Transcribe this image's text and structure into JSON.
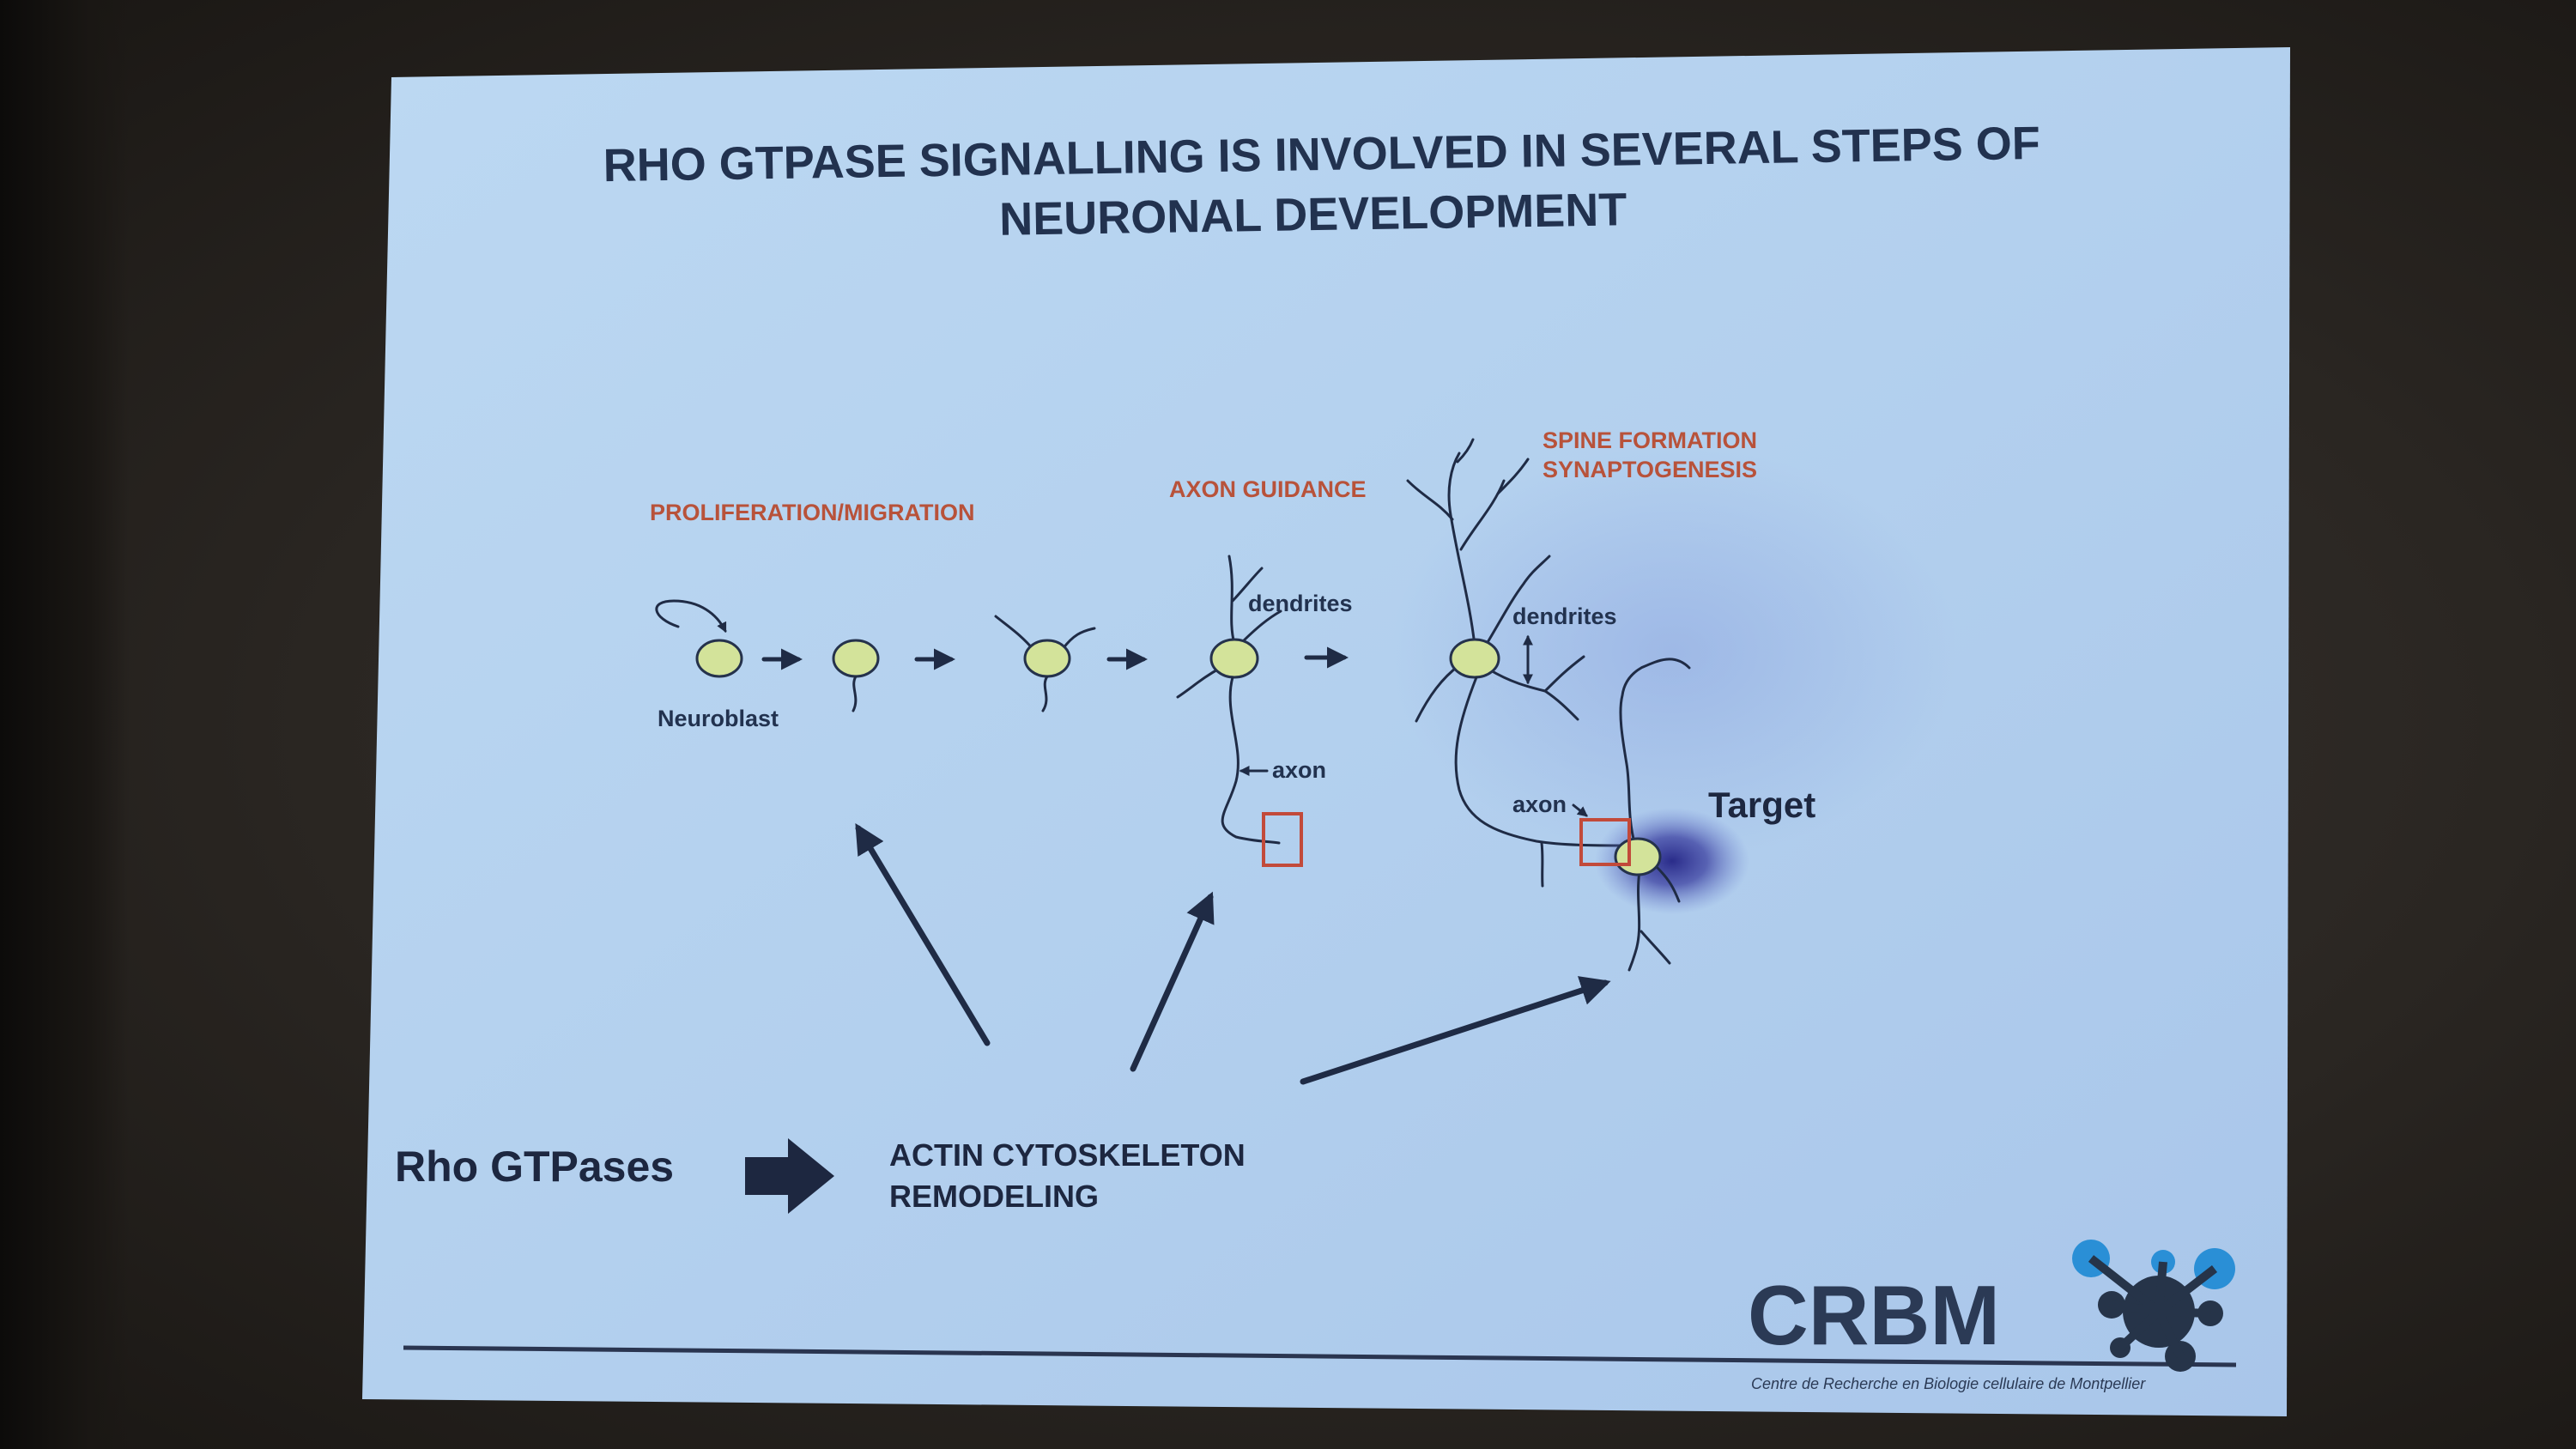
{
  "slide": {
    "title_line1": "RHO GTPASE SIGNALLING IS INVOLVED IN SEVERAL STEPS OF",
    "title_line2": "NEURONAL DEVELOPMENT"
  },
  "diagram": {
    "stage_proliferation": "PROLIFERATION/MIGRATION",
    "stage_axon_guidance": "AXON GUIDANCE",
    "stage_spine_line1": "SPINE FORMATION",
    "stage_spine_line2": "SYNAPTOGENESIS",
    "label_neuroblast": "Neuroblast",
    "label_dendrites_1": "dendrites",
    "label_dendrites_2": "dendrites",
    "label_axon_1": "axon",
    "label_axon_2": "axon",
    "label_target": "Target",
    "rho_gtpases": "Rho GTPases",
    "actin_line1": "ACTIN CYTOSKELETON",
    "actin_line2": "REMODELING"
  },
  "logo": {
    "name": "CRBM",
    "caption": "Centre de Recherche en Biologie cellulaire de Montpellier"
  },
  "colors": {
    "slide_bg": "#b8d4ee",
    "title": "#22324f",
    "stage_label": "#b8523a",
    "cell_fill": "#d3e39a",
    "logo_blue": "#2a8fd6"
  }
}
